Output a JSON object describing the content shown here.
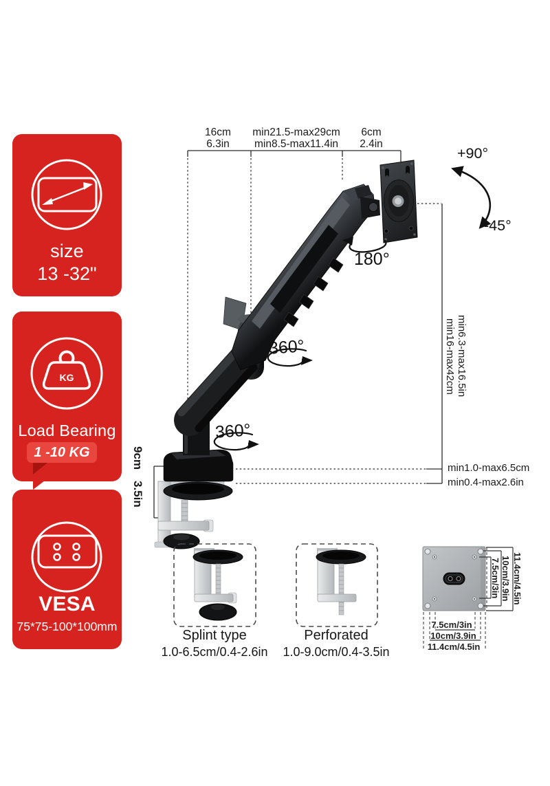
{
  "badges": {
    "size": {
      "label": "size",
      "range": "13 -32\""
    },
    "load": {
      "label": "Load Bearing",
      "value": "1 -10 KG"
    },
    "vesa": {
      "label": "VESA",
      "value": "75*75-100*100mm"
    }
  },
  "dims": {
    "top": [
      {
        "cm": "16cm",
        "in": "6.3in"
      },
      {
        "cm": "min21.5-max29cm",
        "in": "min8.5-max11.4in"
      },
      {
        "cm": "6cm",
        "in": "2.4in"
      }
    ],
    "tilt_up": "+90°",
    "tilt_down": "-45°",
    "pan": "180°",
    "rotate_upper": "360°",
    "rotate_lower": "360°",
    "height_cm": "min16-max42cm",
    "height_in": "min6.3-max16.5in",
    "desk_cm": "min1.0-max6.5cm",
    "desk_in": "min0.4-max2.6in",
    "pole_cm": "9cm",
    "pole_in": "3.5in"
  },
  "clamps": {
    "splint": {
      "name": "Splint type",
      "range": "1.0-6.5cm/0.4-2.6in"
    },
    "perforated": {
      "name": "Perforated",
      "range": "1.0-9.0cm/0.4-3.5in"
    }
  },
  "vesa_diagram": {
    "v1": "7.5cm/3in",
    "v2": "10cm/3.9in",
    "v3": "11.4cm/4.5in",
    "h1": "7.5cm/3in",
    "h2": "10cm/3.9in",
    "h3": "11.4cm/4.5in"
  },
  "colors": {
    "red": "#d6231f",
    "chip_red": "#e8463f",
    "tail_red": "#a7140f"
  }
}
